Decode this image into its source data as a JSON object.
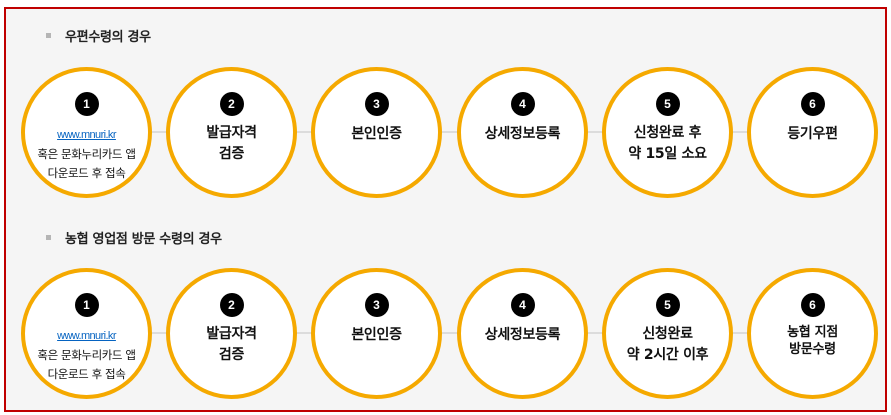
{
  "sections": [
    {
      "title": "우편수령의 경우",
      "steps": [
        {
          "number": "1",
          "link": "www.mnuri.kr",
          "lines": [
            "혹은 문화누리카드 앱",
            "다운로드 후 접속"
          ]
        },
        {
          "number": "2",
          "lines": [
            "발급자격",
            "검증"
          ]
        },
        {
          "number": "3",
          "lines": [
            "본인인증"
          ]
        },
        {
          "number": "4",
          "lines": [
            "상세정보등록"
          ]
        },
        {
          "number": "5",
          "lines": [
            "신청완료 후",
            "약 15일 소요"
          ]
        },
        {
          "number": "6",
          "lines": [
            "등기우편"
          ]
        }
      ]
    },
    {
      "title": "농협 영업점 방문 수령의 경우",
      "steps": [
        {
          "number": "1",
          "link": "www.mnuri.kr",
          "lines": [
            "혹은 문화누리카드 앱",
            "다운로드 후 접속"
          ]
        },
        {
          "number": "2",
          "lines": [
            "발급자격",
            "검증"
          ]
        },
        {
          "number": "3",
          "lines": [
            "본인인증"
          ]
        },
        {
          "number": "4",
          "lines": [
            "상세정보등록"
          ]
        },
        {
          "number": "5",
          "lines": [
            "신청완료",
            "약 2시간 이후"
          ]
        },
        {
          "number": "6",
          "lines": [
            "농협 지점",
            "방문수령"
          ]
        }
      ]
    }
  ],
  "colors": {
    "frame_border": "#c00000",
    "background": "#f5f5f5",
    "circle_border": "#f5a900",
    "badge": "#000000",
    "link": "#0563c1",
    "connector": "#dcdcdc"
  }
}
